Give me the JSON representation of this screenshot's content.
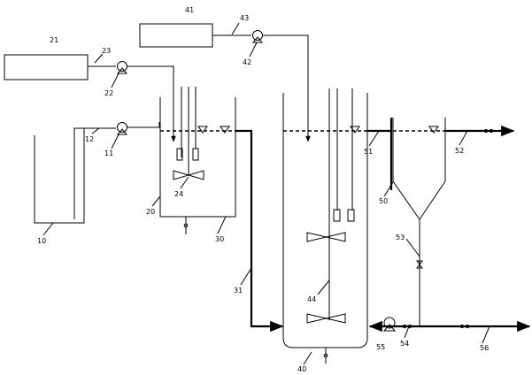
{
  "labels": {
    "l10": "10",
    "l11": "11",
    "l12": "12",
    "l20": "20",
    "l21": "21",
    "l22": "22",
    "l23": "23",
    "l24": "24",
    "l30": "30",
    "l31": "31",
    "l40": "40",
    "l41": "41",
    "l42": "42",
    "l43": "43",
    "l44": "44",
    "l50": "50",
    "l51": "51",
    "l52": "52",
    "l53": "53",
    "l54": "54",
    "l55": "55",
    "l56": "56"
  }
}
